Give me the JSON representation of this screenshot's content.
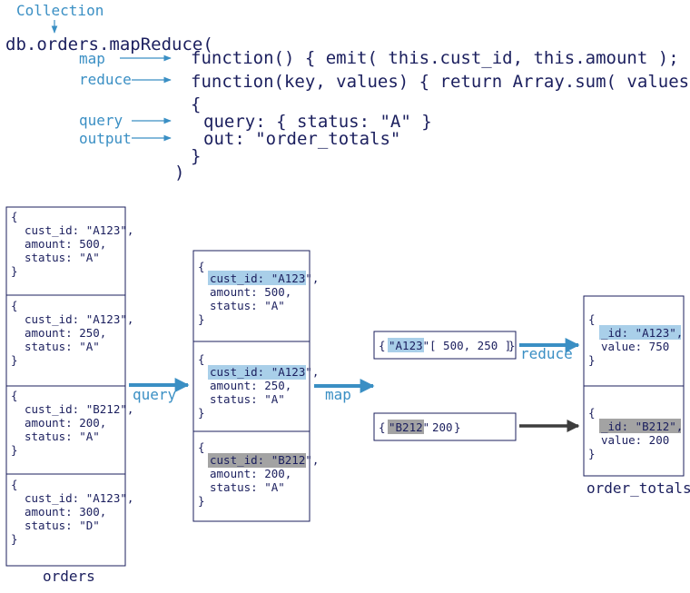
{
  "collection_label": "Collection",
  "code": {
    "line1": "db.orders.mapReduce(",
    "map_fn": "function() { emit( this.cust_id, this.amount ); }",
    "reduce_fn": "function(key, values) { return Array.sum( values",
    "open_brace": "{",
    "query_opt": "query: { status: \"A\" }",
    "out_opt": "out: \"order_totals\"",
    "close_brace": "}",
    "close_paren": ")"
  },
  "labels": {
    "map": "map",
    "reduce": "reduce",
    "query": "query",
    "output": "output"
  },
  "orders": {
    "caption": "orders",
    "docs": [
      {
        "open": "{",
        "cust_id": "cust_id: \"A123\",",
        "amount": "amount: 500,",
        "status": "status: \"A\"",
        "close": "}"
      },
      {
        "open": "{",
        "cust_id": "cust_id: \"A123\",",
        "amount": "amount: 250,",
        "status": "status: \"A\"",
        "close": "}"
      },
      {
        "open": "{",
        "cust_id": "cust_id: \"B212\",",
        "amount": "amount: 200,",
        "status": "status: \"A\"",
        "close": "}"
      },
      {
        "open": "{",
        "cust_id": "cust_id: \"A123\",",
        "amount": "amount: 300,",
        "status": "status: \"D\"",
        "close": "}"
      }
    ]
  },
  "filtered": {
    "docs": [
      {
        "open": "{",
        "cust_id": "cust_id: \"A123\",",
        "amount": "amount: 500,",
        "status": "status: \"A\"",
        "close": "}"
      },
      {
        "open": "{",
        "cust_id": "cust_id: \"A123\",",
        "amount": "amount: 250,",
        "status": "status: \"A\"",
        "close": "}"
      },
      {
        "open": "{",
        "cust_id": "cust_id: \"B212\",",
        "amount": "amount: 200,",
        "status": "status: \"A\"",
        "close": "}"
      }
    ]
  },
  "flow": {
    "query": "query",
    "map": "map",
    "reduce": "reduce"
  },
  "emitted": [
    {
      "open": "{",
      "key": "\"A123\"",
      "values": "[ 500, 250 ]",
      "close": "}"
    },
    {
      "open": "{",
      "key": "\"B212\"",
      "values": "200",
      "close": "}"
    }
  ],
  "results": {
    "caption": "order_totals",
    "docs": [
      {
        "open": "{",
        "id": "_id: \"A123\",",
        "value": "value: 750",
        "close": "}"
      },
      {
        "open": "{",
        "id": "_id: \"B212\",",
        "value": "value: 200",
        "close": "}"
      }
    ]
  },
  "colors": {
    "navy": "#1b1f5e",
    "blue": "#3a8fc4",
    "highlight_blue": "#a9cfe9",
    "highlight_gray": "#a3a3a3",
    "dark_arrow": "#3d3d3d"
  }
}
